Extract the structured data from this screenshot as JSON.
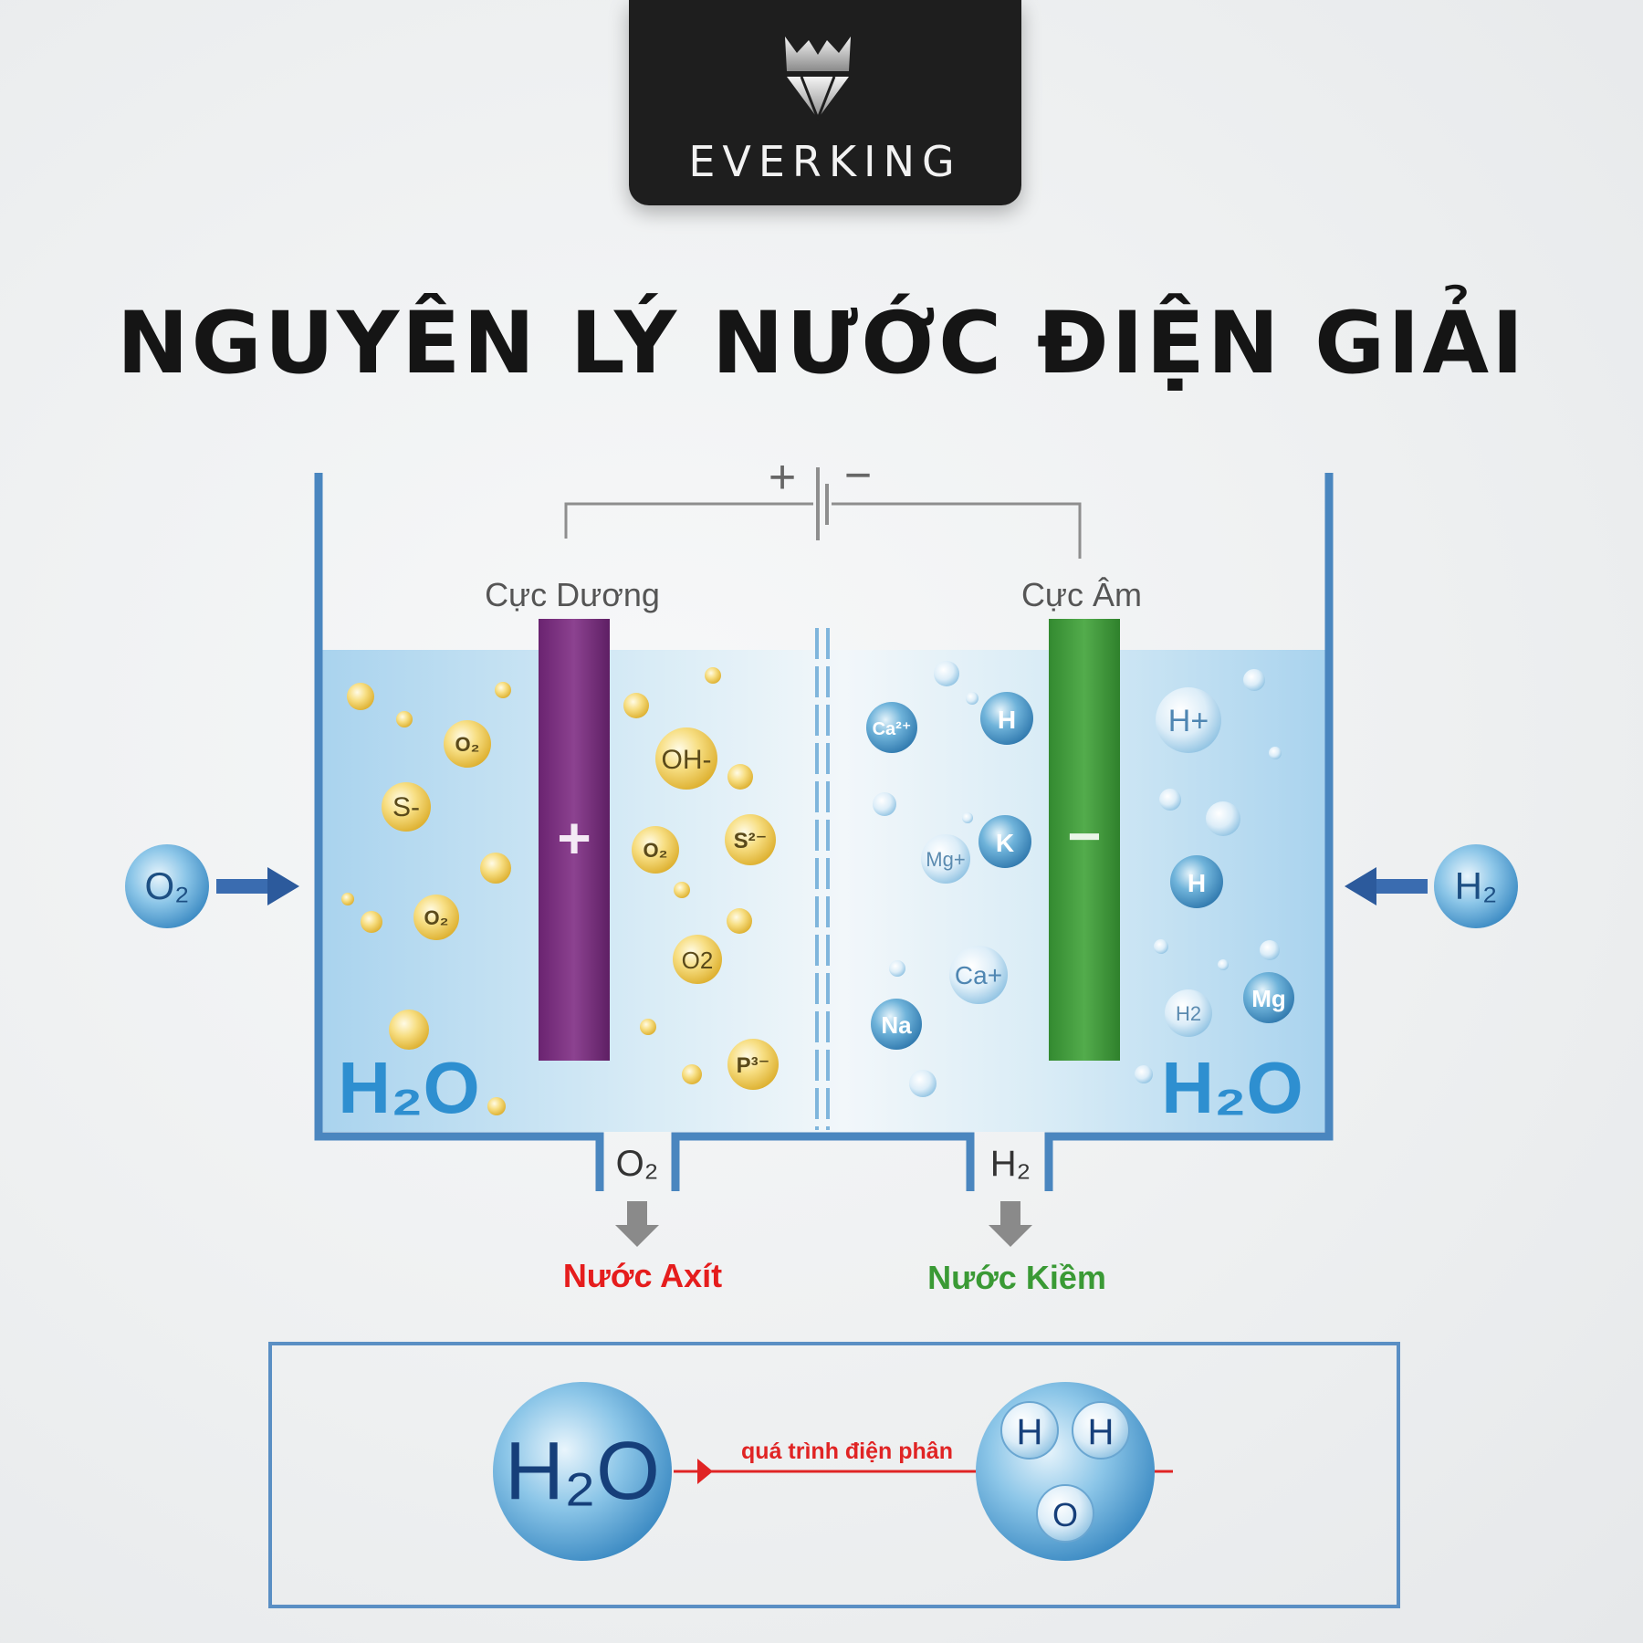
{
  "brand": {
    "name": "EVERKING"
  },
  "title": "NGUYÊN LÝ NƯỚC ĐIỆN GIẢI",
  "battery": {
    "plus": "+",
    "minus": "−"
  },
  "electrodes": {
    "anode_label": "Cực Dương",
    "anode_symbol": "+",
    "cathode_label": "Cực Âm",
    "cathode_symbol": "−"
  },
  "water_label": "H₂O",
  "inputs": {
    "left": "O₂",
    "right": "H₂"
  },
  "outlets": {
    "left_gas": "O₂",
    "right_gas": "H₂",
    "acid_water": "Nước Axít",
    "alkaline_water": "Nước Kiềm"
  },
  "left_particles": [
    "O₂",
    "S-",
    "O₂",
    "OH-",
    "O₂",
    "S²⁻",
    "O2",
    "P³⁻"
  ],
  "right_particles": [
    "Ca²⁺",
    "H",
    "Mg+",
    "K",
    "Ca+",
    "Na",
    "H+",
    "H",
    "H2",
    "Mg"
  ],
  "reaction": {
    "molecule": "H₂O",
    "process": "quá trình điện phân",
    "products": [
      "H",
      "H",
      "O"
    ]
  },
  "colors": {
    "tank": "#4a86bf",
    "water": "#b9ddf2",
    "anode": "#7b2d7e",
    "cathode": "#3f9a3a",
    "acid": "#e51d1d",
    "alkaline": "#3a9a35",
    "gold_particle": "#f2cf55",
    "blue_particle": "#4b98c7",
    "logo_bg": "#1e1e1e"
  }
}
